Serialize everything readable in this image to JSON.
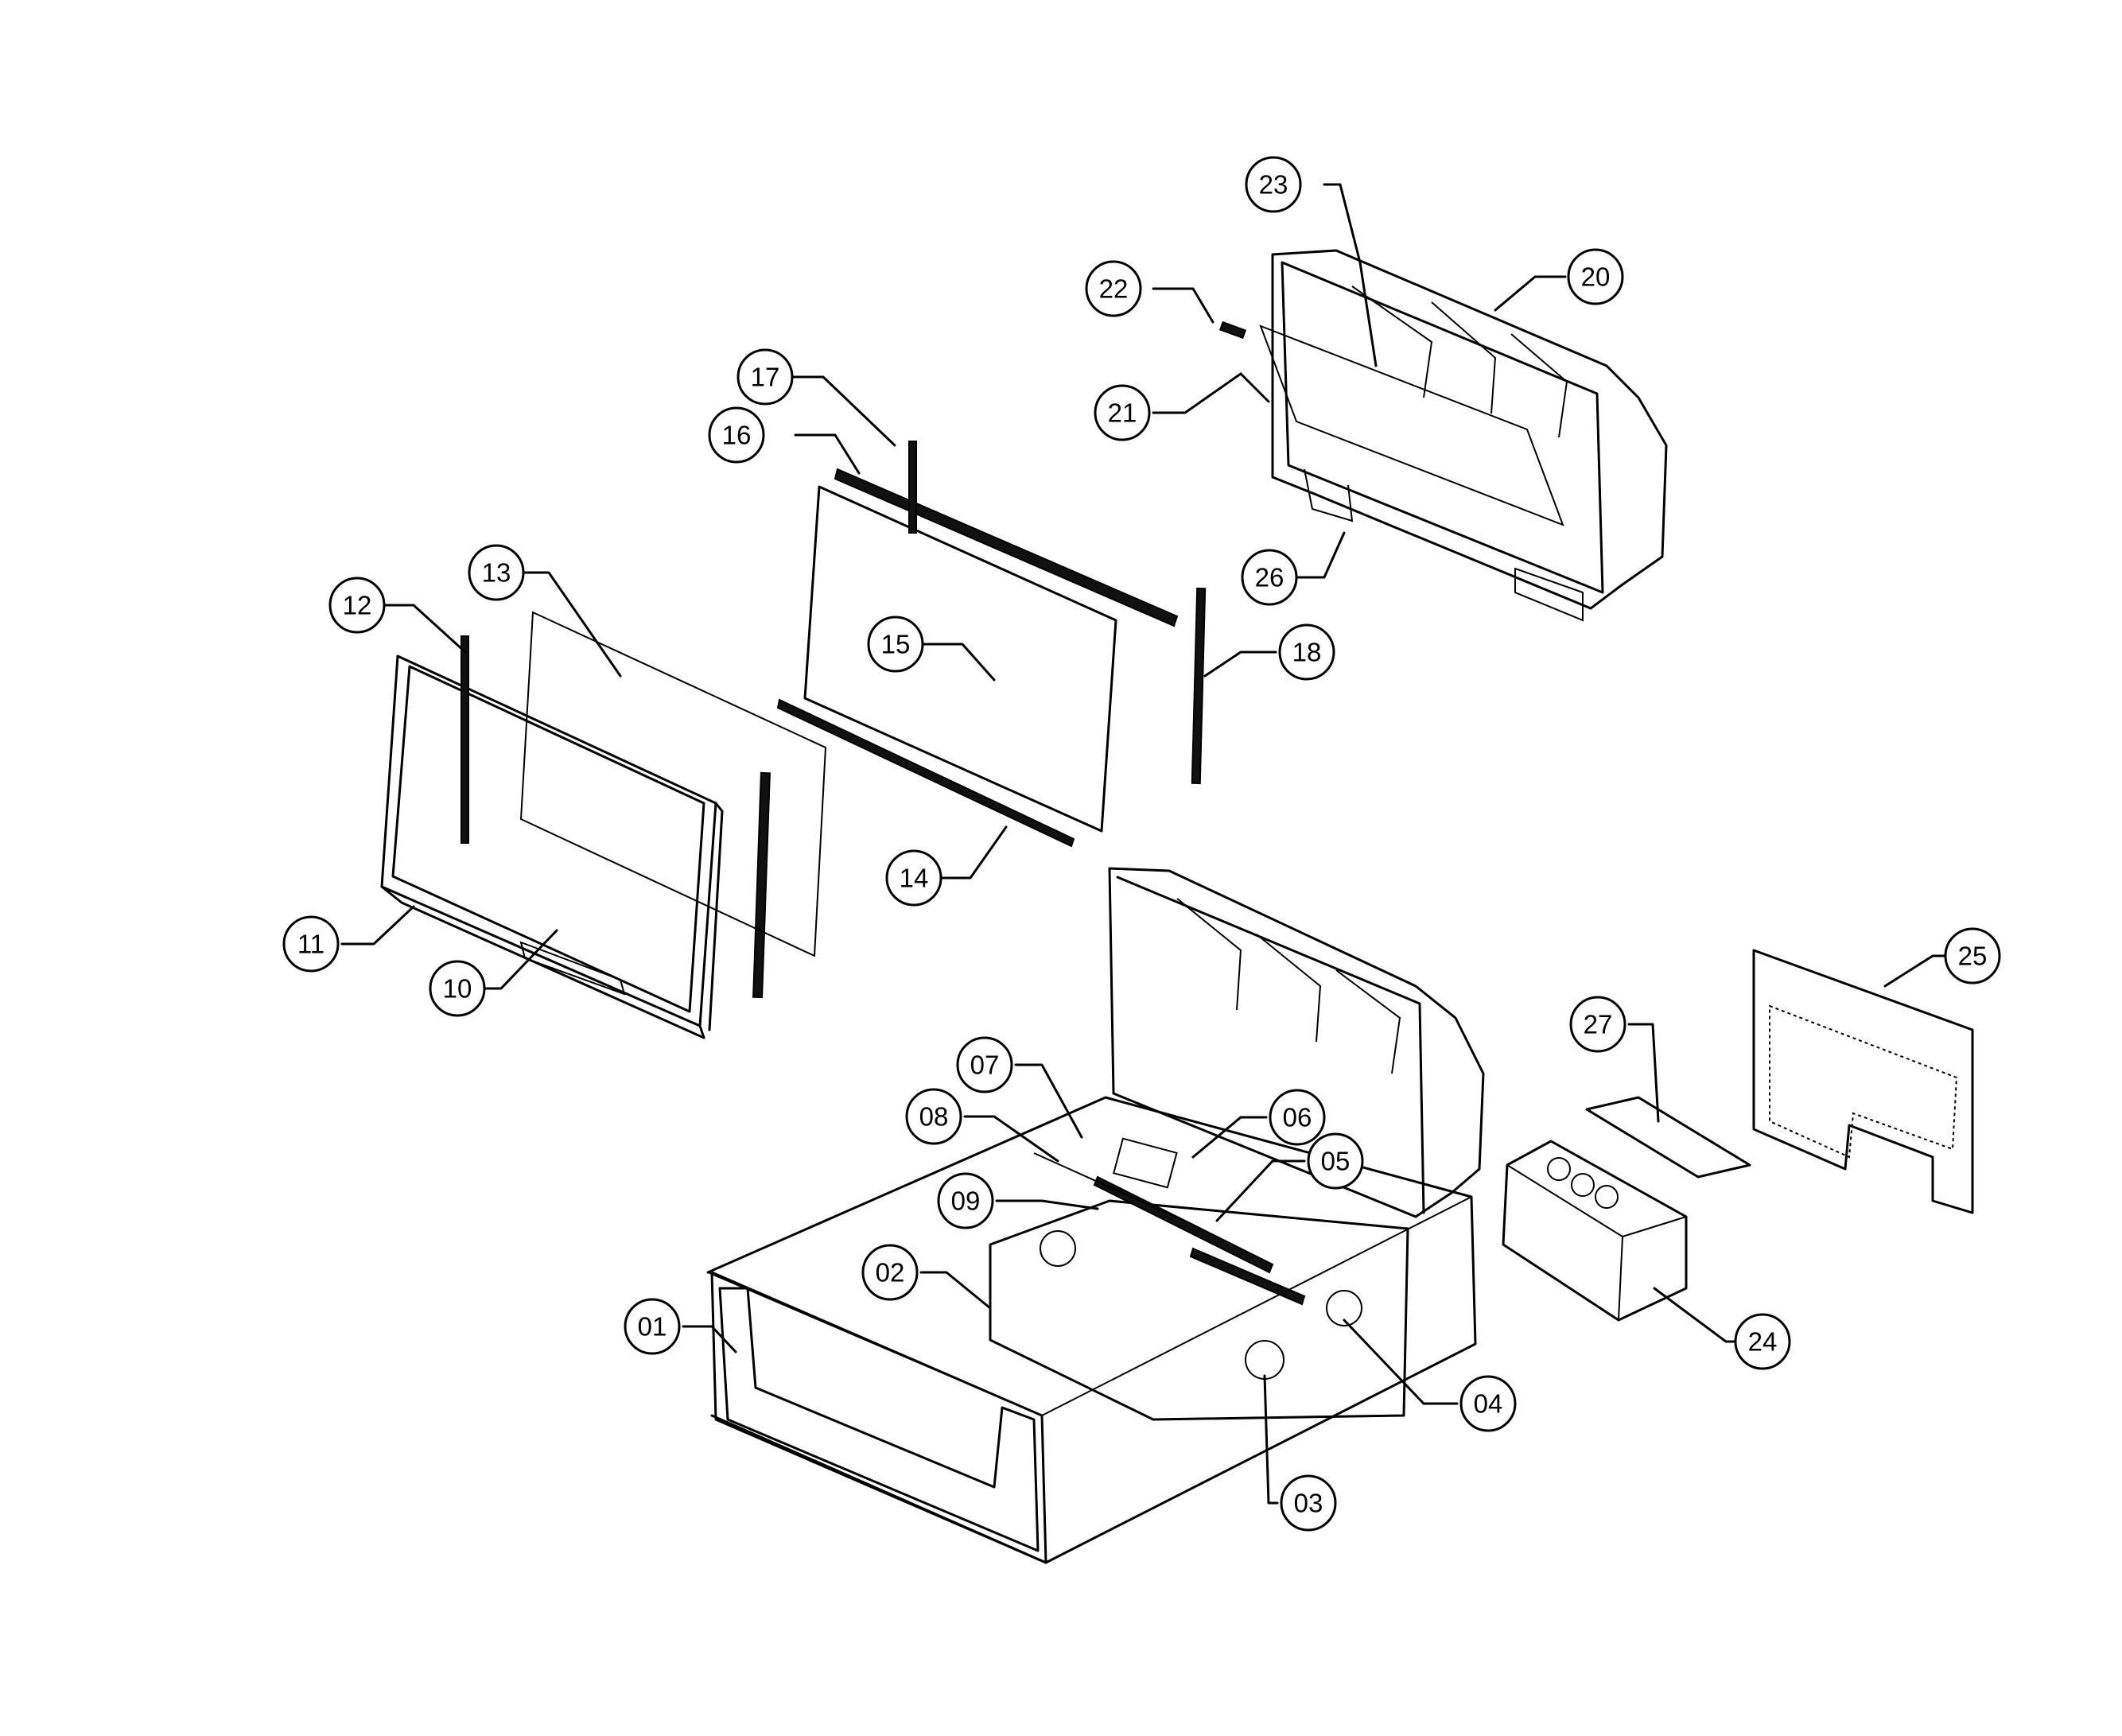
{
  "callouts": [
    {
      "id": "01",
      "label": "01"
    },
    {
      "id": "02",
      "label": "02"
    },
    {
      "id": "03",
      "label": "03"
    },
    {
      "id": "04",
      "label": "04"
    },
    {
      "id": "05",
      "label": "05"
    },
    {
      "id": "06",
      "label": "06"
    },
    {
      "id": "07",
      "label": "07"
    },
    {
      "id": "08",
      "label": "08"
    },
    {
      "id": "09",
      "label": "09"
    },
    {
      "id": "10",
      "label": "10"
    },
    {
      "id": "11",
      "label": "11"
    },
    {
      "id": "12",
      "label": "12"
    },
    {
      "id": "13",
      "label": "13"
    },
    {
      "id": "14",
      "label": "14"
    },
    {
      "id": "15",
      "label": "15"
    },
    {
      "id": "16",
      "label": "16"
    },
    {
      "id": "17",
      "label": "17"
    },
    {
      "id": "18",
      "label": "18"
    },
    {
      "id": "20",
      "label": "20"
    },
    {
      "id": "21",
      "label": "21"
    },
    {
      "id": "22",
      "label": "22"
    },
    {
      "id": "23",
      "label": "23"
    },
    {
      "id": "24",
      "label": "24"
    },
    {
      "id": "25",
      "label": "25"
    },
    {
      "id": "26",
      "label": "26"
    },
    {
      "id": "27",
      "label": "27"
    }
  ]
}
